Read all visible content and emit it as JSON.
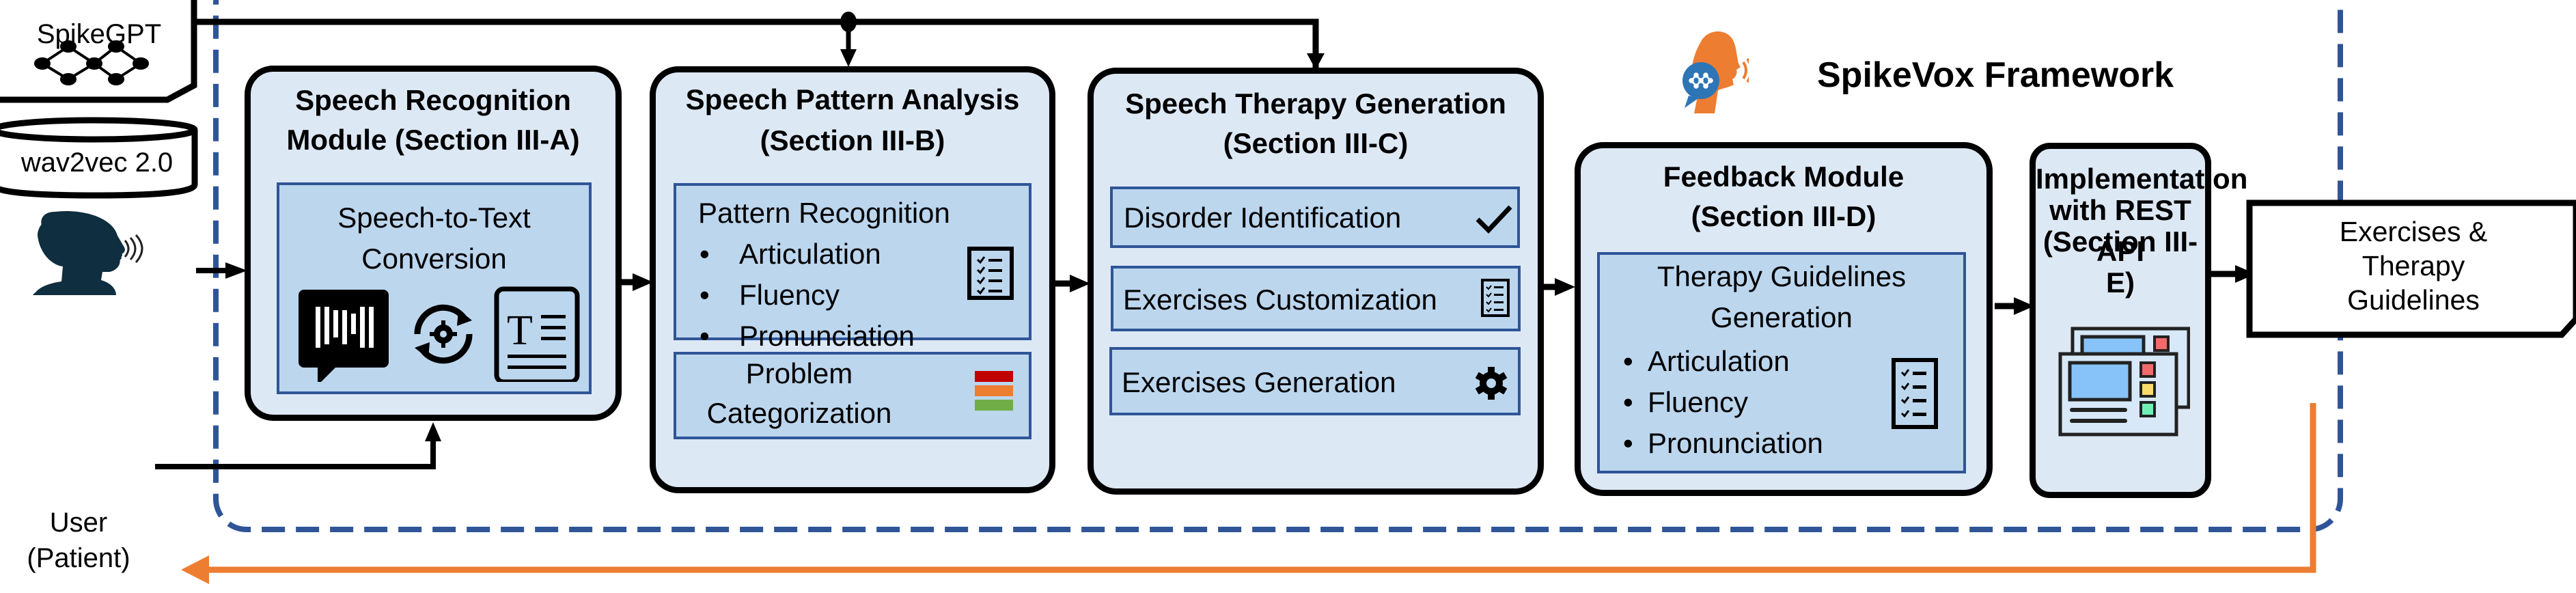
{
  "framework": {
    "title": "SpikeVox Framework",
    "logo_icon": "speaking-head-network-icon",
    "colors": {
      "dashed_border": "#2f5597",
      "module_fill": "#dde8f5",
      "sub_fill": "#bcd6ee",
      "sub_border": "#2f5597",
      "feedback_arrow": "#ed7d31"
    }
  },
  "inputs": {
    "spikegpt": {
      "label": "SpikeGPT",
      "icon": "neural-network-icon"
    },
    "wav2vec": {
      "label": "wav2vec 2.0",
      "icon": "database-cylinder-icon"
    },
    "user": {
      "line1": "User",
      "line2": "(Patient)",
      "icon": "speaking-person-icon"
    }
  },
  "modules": [
    {
      "title_line1": "Speech Recognition",
      "title_line2": "Module (Section III-A)",
      "sub": {
        "line1": "Speech-to-Text",
        "line2": "Conversion",
        "icons": [
          "speech-bubble-waveform-icon",
          "sync-gear-icon",
          "text-document-icon"
        ]
      }
    },
    {
      "title_line1": "Speech Pattern Analysis",
      "title_line2": "(Section III-B)",
      "pattern": {
        "heading": "Pattern Recognition",
        "items": [
          "Articulation",
          "Fluency",
          "Pronunciation"
        ],
        "icon": "checklist-icon"
      },
      "problem": {
        "line1": "Problem",
        "line2": "Categorization",
        "icon": "category-bars-icon",
        "bar_colors": [
          "#c00000",
          "#ed7d31",
          "#70ad47"
        ]
      }
    },
    {
      "title_line1": "Speech Therapy Generation",
      "title_line2": "(Section III-C)",
      "items": [
        {
          "label": "Disorder Identification",
          "icon": "checkmark-icon"
        },
        {
          "label": "Exercises Customization",
          "icon": "checklist-icon"
        },
        {
          "label": "Exercises Generation",
          "icon": "gear-icon"
        }
      ]
    },
    {
      "title_line1": "Feedback Module",
      "title_line2": "(Section III-D)",
      "sub": {
        "line1": "Therapy Guidelines",
        "line2": "Generation",
        "items": [
          "Articulation",
          "Fluency",
          "Pronunciation"
        ],
        "icon": "checklist-icon"
      }
    },
    {
      "title_line1": "Implementation",
      "title_line2": "with REST API",
      "title_line3": "(Section III-E)",
      "icon": "api-windows-icon"
    }
  ],
  "output": {
    "line1": "Exercises &",
    "line2": "Therapy",
    "line3": "Guidelines"
  }
}
